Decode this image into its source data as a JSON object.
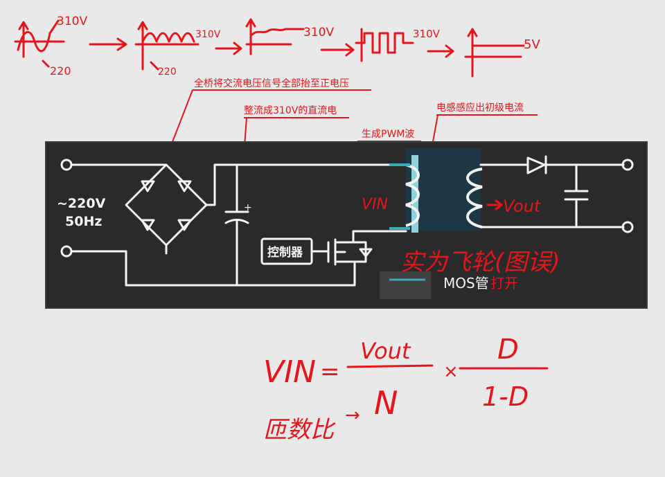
{
  "handwriting_top": {
    "v310a": "310V",
    "v220a": "220",
    "v310b": "310V",
    "v220b": "220",
    "v310c": "310V",
    "v310d": "310V",
    "v5": "5V"
  },
  "annotations": {
    "bridge": "全桥将交流电压信号全部抬至正电压",
    "rectify": "整流成310V的直流电",
    "pwm": "生成PWM波",
    "inductor": "电感感应出初级电流"
  },
  "diagram": {
    "ac_source": "~220V",
    "ac_freq": "50Hz",
    "controller": "控制器",
    "cap_plus": "+",
    "mos_label": "MOS管",
    "mos_action": "打开"
  },
  "handwriting_circuit": {
    "vin": "VIN",
    "vout": "Vout",
    "correction": "实为飞轮(图误)"
  },
  "formula": {
    "lhs": "VIN",
    "eq": "=",
    "numerator": "Vout",
    "denominator": "N",
    "times": "×",
    "d_num": "D",
    "d_den": "1-D",
    "ratio_note": "匝数比",
    "arrow": "→"
  },
  "colors": {
    "background": "#e9e9e9",
    "board": "#2a2a2a",
    "chalk": "#f4f4f4",
    "handwriting": "#e8141b",
    "transformer_core": "#8fd3dc",
    "transformer_box": "#1b3a4a"
  }
}
